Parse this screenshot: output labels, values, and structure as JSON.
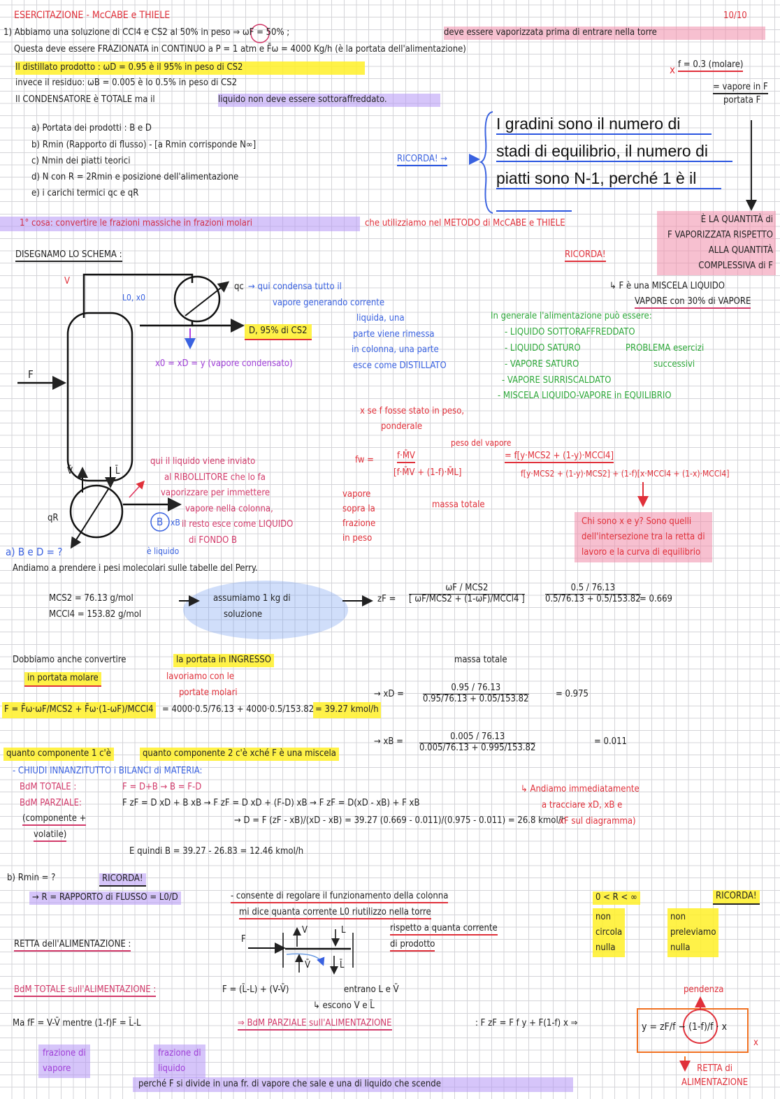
{
  "header": {
    "title": "ESERCITAZIONE - McCABE e THIELE",
    "date": "10/10"
  },
  "problem": {
    "l1": "1) Abbiamo una soluzione di CCl4 e CS2 al 50% in peso ⇒ ωF = 50% ;",
    "l1_note": "deve essere vaporizzata prima di entrare nella torre",
    "l2": "Questa deve essere FRAZIONATA in CONTINUO a P = 1 atm e F̄ω = 4000 Kg/h (è la portata dell'alimentazione)",
    "l3": "Il distillato prodotto : ωD = 0.95 è il 95% in peso di CS2",
    "l4": "invece il residuo:  ωB = 0.005 è lo 0.5% in peso di CS2",
    "l5a": "Il CONDENSATORE è TOTALE ma il",
    "l5b": "liquido non deve essere sottoraffreddato.",
    "f_value": "f = 0.3 (molare)",
    "f_def_num": "= vapore in F",
    "f_def_den": "portata F",
    "x_mark": "x"
  },
  "tasks": [
    "a) Portata dei prodotti : B e D",
    "b) Rmin (Rapporto di flusso) - [a Rmin corrisponde N∞]",
    "c) Nmin dei piatti teorici",
    "d) N con R = 2Rmin e posizione dell'alimentazione",
    "e) i carichi termici qc e qR"
  ],
  "remember_box": {
    "label": "RICORDA! →",
    "lines": [
      "I gradini sono il numero di",
      "stadi di equilibrio, il numero di",
      "piatti sono N-1, perché 1 è il"
    ]
  },
  "banner": {
    "purple": "1° cosa: convertire le frazioni massiche in frazioni molari",
    "red": "che utilizziamo nel METODO di McCABE e THIELE"
  },
  "f_explain": [
    "È LA QUANTITÀ di",
    "F VAPORIZZATA RISPETTO",
    "ALLA QUANTITÀ",
    "COMPLESSIVA di F"
  ],
  "schema": {
    "title": "DISEGNAMO LO SCHEMA :",
    "ricorda": "RICORDA!",
    "f_mix": [
      "↳ F è una MISCELA LIQUIDO",
      "VAPORE con 30% di VAPORE"
    ],
    "V": "V",
    "L0": "L0, x0",
    "F": "F",
    "qc": "qc",
    "qR": "qR",
    "Vbar": "V̄",
    "Lbar": "L̄",
    "D": "D, 95% di CS2",
    "xd": "x0 = xD = y (vapore condensato)",
    "cond_note": [
      "→ qui condensa tutto il",
      "vapore generando corrente",
      "liquida, una",
      "parte viene rimessa",
      "in colonna, una parte",
      "esce come DISTILLATO"
    ],
    "reb_note": [
      "qui il liquido viene inviato",
      "al RIBOLLITORE che lo fa",
      "vaporizzare per immettere",
      "vapore nella colonna,",
      "il resto esce come LIQUIDO",
      "di FONDO B"
    ],
    "B": "B",
    "xB": "xB",
    "B_liq": "è liquido"
  },
  "feed_types": {
    "intro": "In generale l'alimentazione può essere:",
    "items": [
      "- LIQUIDO SOTTORAFFREDDATO",
      "- LIQUIDO SATURO",
      "- VAPORE SATURO",
      "- VAPORE SURRISCALDATO",
      "- MISCELA LIQUIDO-VAPORE in EQUILIBRIO"
    ],
    "note": [
      "PROBLEMA esercizi",
      "successivi"
    ]
  },
  "weight": {
    "intro": [
      "x se f fosse stato in peso,",
      "ponderale"
    ],
    "peso_vapore": "peso del vapore",
    "fw": "fw =",
    "num": "f·M̄V",
    "den": "[f·M̄V + (1-f)·M̄L]",
    "rhs_num": "= f[y·MCS2 + (1-y)·MCCl4]",
    "rhs_den": "f[y·MCS2 + (1-y)·MCS2] + (1-f)[x·MCCl4 + (1-x)·MCCl4]",
    "massa": "massa totale",
    "side": [
      "vapore",
      "sopra la",
      "frazione",
      "in peso"
    ],
    "who": [
      "Chi sono x e y? Sono quelli",
      "dell'intersezione tra la retta di",
      "lavoro e la curva di equilibrio"
    ]
  },
  "part_a": {
    "title": "a) B e D = ?",
    "intro": "Andiamo a prendere i pesi molecolari sulle tabelle del Perry.",
    "mw1": "MCS2 = 76.13 g/mol",
    "mw2": "MCCl4 = 153.82 g/mol",
    "assume": [
      "assumiamo 1 kg di",
      "soluzione"
    ],
    "zf": "zF =",
    "zf_num": "ωF / MCS2",
    "zf_den": "[ ωF/MCS2 + (1-ωF)/MCCl4 ]",
    "zf_num2": "0.5 / 76.13",
    "zf_den2": "0.5/76.13 + 0.5/153.82",
    "zf_val": "= 0.669",
    "massa": "massa totale",
    "conv1": "Dobbiamo anche convertire",
    "conv2": "la portata in INGRESSO",
    "conv3": "in portata molare",
    "lav": [
      "lavoriamo con le",
      "portate molari"
    ],
    "F_eq": "F = F̄ω·ωF/MCS2 + F̄ω·(1-ωF)/MCCl4",
    "F_num": "= 4000·0.5/76.13 + 4000·0.5/153.82",
    "F_val": "= 39.27 kmol/h",
    "q1": "quanto componente 1 c'è",
    "q2": "quanto componente 2 c'è   xché F è una miscela",
    "xd": "→ xD =",
    "xd_num": "0.95 / 76.13",
    "xd_den": "0.95/76.13 + 0.05/153.82",
    "xd_val": "= 0.975",
    "xb": "→ xB =",
    "xb_num": "0.005 / 76.13",
    "xb_den": "0.005/76.13 + 0.995/153.82",
    "xb_val": "= 0.011",
    "bal_title": "- CHIUDI INNANZITUTTO i BILANCI di MATERIA:",
    "bdm_tot_l": "BdM TOTALE :",
    "bdm_tot": "F = D+B  → B = F-D",
    "bdm_par_l": "BdM PARZIALE:",
    "bdm_par": "F zF = D xD + B xB → F zF = D xD + (F-D) xB → F zF = D(xD - xB) + F xB",
    "comp": [
      "(componente +",
      "volatile)"
    ],
    "D_eq": "→ D = F (zF - xB)/(xD - xB) = 39.27 (0.669 - 0.011)/(0.975 - 0.011) = 26.8 kmol/h",
    "B_eq": "E quindi B = 39.27 - 26.83 = 12.46 kmol/h",
    "trace": [
      "↳ Andiamo immediatamente",
      "a tracciare xD, xB e",
      "xF sul diagramma)"
    ]
  },
  "part_b": {
    "title": "b) Rmin = ?",
    "ricorda": "RICORDA!",
    "R": "→ R = RAPPORTO di FLUSSO = L0/D",
    "R_note1": "- consente di regolare il funzionamento della colonna",
    "R_note2": "mi dice quanta corrente L0 riutilizzo nella torre",
    "R_note3": [
      "rispetto a quanta corrente",
      "di prodotto"
    ],
    "range": "0 < R < ∞",
    "non1": [
      "non",
      "circola",
      "nulla"
    ],
    "non2": [
      "non",
      "preleviamo",
      "nulla"
    ],
    "ricorda2": "RICORDA!",
    "retta": "RETTA dell'ALIMENTAZIONE :",
    "d_F": "F",
    "d_V": "V",
    "d_L": "L",
    "d_Vb": "V̄",
    "d_Lb": "L̄",
    "bdm_tot": "BdM TOTALE sull'ALIMENTAZIONE :",
    "bdm_tot_eq": "F = (L̄-L) + (V-V̄)",
    "entrano": "entrano L e V̄",
    "escono": "↳ escono V e L̄",
    "ma": "Ma  fF = V-V̄  mentre  (1-f)F = L̄-L",
    "bdm_par": "⇒ BdM PARZIALE sull'ALIMENTAZIONE",
    "bdm_par_eq": ": F zF = F f y + F(1-f) x ⇒",
    "final": "y = zF/f − (1-f)/f · x",
    "pendenza": "pendenza",
    "fr_v": [
      "frazione di",
      "vapore"
    ],
    "fr_l": [
      "frazione di",
      "liquido"
    ],
    "perche": "perché F si divide in una fr. di vapore che sale e una di liquido che scende",
    "retta_alim": [
      "RETTA di",
      "ALIMENTAZIONE"
    ]
  }
}
